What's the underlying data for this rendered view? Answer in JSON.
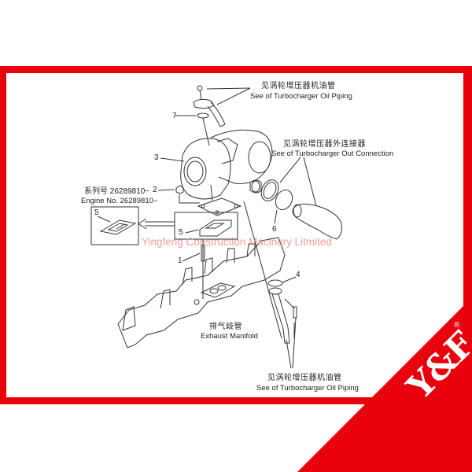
{
  "colors": {
    "frame": "#e8000d",
    "line_art": "#333333",
    "watermark": "#f28a8a",
    "logo_bg": "#e8000d",
    "logo_fg": "#ffffff"
  },
  "labels": {
    "oil_piping_top_cn": "见涡轮增压器机油管",
    "oil_piping_top_en": "See of Turbocharger Oil Piping",
    "out_connection_cn": "见涡轮增压器外连接器",
    "out_connection_en": "See of Turbocharger Out Connection",
    "serial_cn": "系列号 26289810~",
    "engine_no_en": "Engine No. 26289810~",
    "manifold_cn": "排气歧管",
    "manifold_en": "Exhaust Manifold",
    "oil_piping_bottom_cn": "见涡轮增压器机油管",
    "oil_piping_bottom_en": "See of Turbocharger Oil Piping"
  },
  "callouts": {
    "c1": "1",
    "c2": "2",
    "c3": "3",
    "c4": "4",
    "c5_inset": "5",
    "c5_main": "5",
    "c6": "6",
    "c7": "7"
  },
  "watermark": "Yingfeng Construction Macinery Litmited",
  "logo": {
    "text": "Y&F",
    "registered": "®"
  }
}
